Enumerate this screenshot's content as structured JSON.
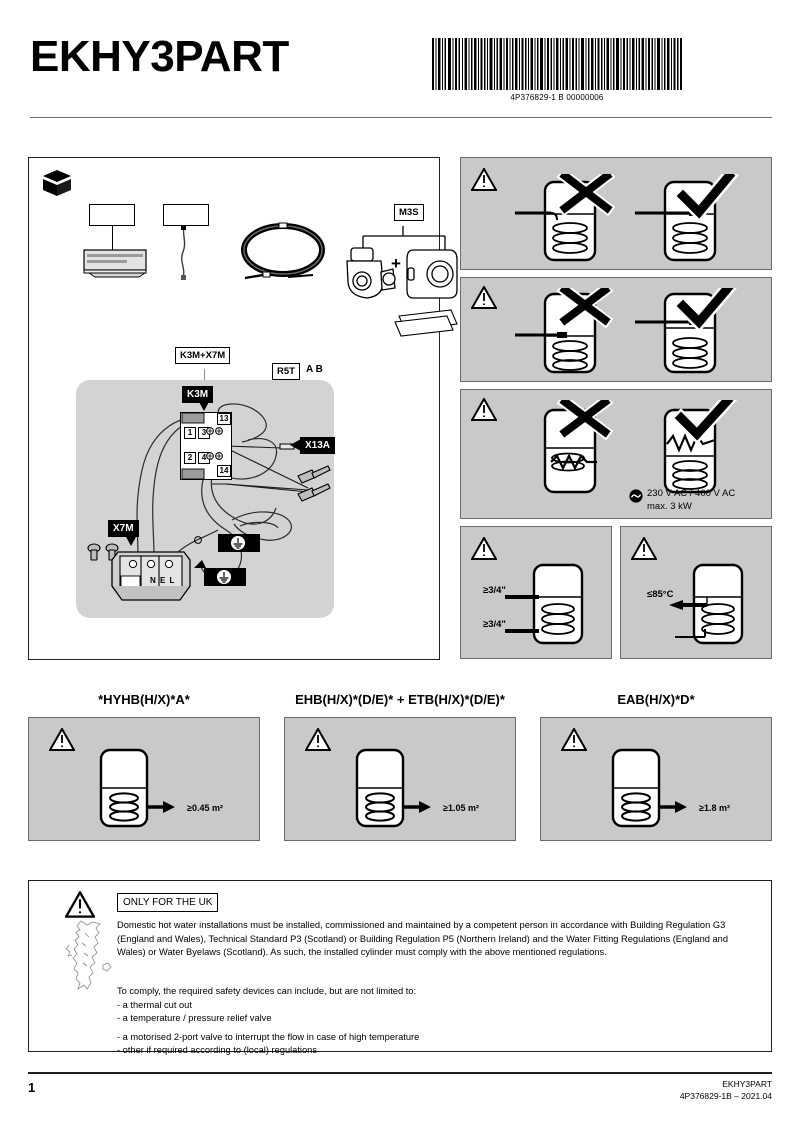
{
  "header": {
    "title": "EKHY3PART",
    "barcode_text": "4P376829-1 B   00000006"
  },
  "parts_box": {
    "box_icon_name": "open-box-icon",
    "callouts": [
      {
        "name": "part-callout-1",
        "label": ""
      },
      {
        "name": "part-callout-2",
        "label": ""
      },
      {
        "name": "part-callout-r5t",
        "label": "R5T"
      },
      {
        "name": "part-callout-ab",
        "label": "A B"
      },
      {
        "name": "part-callout-m3s",
        "label": "M3S"
      },
      {
        "name": "part-callout-k3m-x7m",
        "label": "K3M+X7M"
      }
    ],
    "wiring": {
      "k3m_label": "K3M",
      "x13a_label": "X13A",
      "x7m_label": "X7M",
      "relay_terminals_top": [
        "1",
        "3"
      ],
      "relay_terminals_bottom": [
        "2",
        "4"
      ],
      "relay_terminal_13": "13",
      "relay_terminal_14": "14",
      "x7m_terminals": "N  E  L",
      "earth_badge_1": "earth-symbol-icon",
      "earth_badge_2": "earth-symbol-icon"
    }
  },
  "warnings": [
    {
      "name": "warning-sensor-depth",
      "icon": "warning-triangle-icon",
      "wrong_mark": "cross-mark-icon",
      "right_mark": "check-mark-icon"
    },
    {
      "name": "warning-sensor-height",
      "icon": "warning-triangle-icon",
      "wrong_mark": "cross-mark-icon",
      "right_mark": "check-mark-icon"
    },
    {
      "name": "warning-heater-position",
      "icon": "warning-triangle-icon",
      "wrong_mark": "cross-mark-icon",
      "right_mark": "check-mark-icon",
      "spec_line_1": "230 V AC / 400 V AC",
      "spec_line_2": "max. 3 kW",
      "spec_icon": "ac-power-icon"
    }
  ],
  "dimension_panels": [
    {
      "name": "panel-pipe-size",
      "icon": "warning-triangle-icon",
      "label_top": "≥3/4\"",
      "label_bottom": "≥3/4\""
    },
    {
      "name": "panel-max-temp",
      "icon": "warning-triangle-icon",
      "label": "≤85°C"
    }
  ],
  "model_panels": [
    {
      "name": "model-panel-hyhb",
      "title": "*HYHB(H/X)*A*",
      "icon": "warning-triangle-icon",
      "area": "≥0.45 m²"
    },
    {
      "name": "model-panel-ehb-etb",
      "title": "EHB(H/X)*(D/E)* + ETB(H/X)*(D/E)*",
      "icon": "warning-triangle-icon",
      "area": "≥1.05 m²"
    },
    {
      "name": "model-panel-eab",
      "title": "EAB(H/X)*D*",
      "icon": "warning-triangle-icon",
      "area": "≥1.8 m²"
    }
  ],
  "uk_note": {
    "icon": "warning-triangle-icon",
    "map_icon": "uk-map-icon",
    "badge": "ONLY FOR THE UK",
    "paragraph": "Domestic hot water installations must be installed, commissioned and maintained by a competent person in accordance with Building Regulation G3 (England and Wales), Technical Standard P3 (Scotland) or Building Regulation P5 (Northern Ireland) and the Water Fitting Regulations (England and Wales) or Water Byelaws (Scotland). As such, the installed cylinder must comply with the above mentioned regulations.",
    "list_intro": "To comply, the required safety devices can include, but are not limited to:",
    "list_items": [
      "- a thermal cut out",
      "- a temperature / pressure relief valve",
      "- a motorised 2-port valve to interrupt the flow in case of high temperature",
      "- other if required according to (local) regulations"
    ]
  },
  "footer": {
    "page_number": "1",
    "product": "EKHY3PART",
    "doc_ref": "4P376829-1B – 2021.04"
  }
}
